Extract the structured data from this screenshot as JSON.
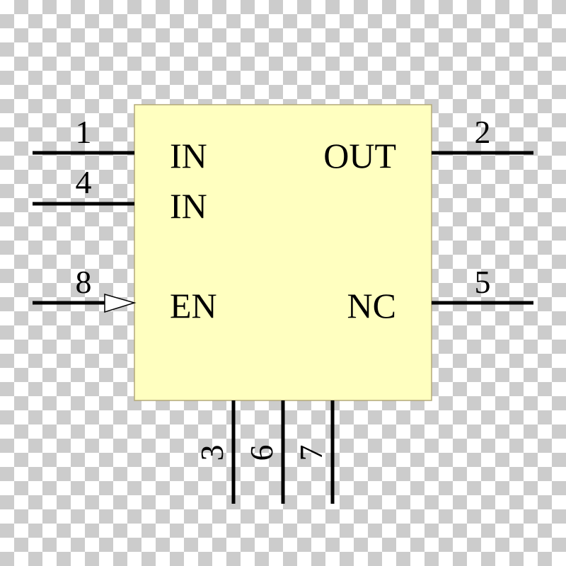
{
  "colors": {
    "body_fill": "#ffffc0",
    "body_stroke": "#b3a978",
    "wire": "#000000",
    "text": "#000000",
    "background_check": "#cccccc"
  },
  "component": {
    "left_pins": [
      {
        "number": "1",
        "label": "IN",
        "clock": false
      },
      {
        "number": "4",
        "label": "IN",
        "clock": false
      },
      {
        "number": "8",
        "label": "EN",
        "clock": true
      }
    ],
    "right_pins": [
      {
        "number": "2",
        "label": "OUT"
      },
      {
        "number": "5",
        "label": "NC"
      }
    ],
    "bottom_pins": [
      {
        "number": "3"
      },
      {
        "number": "6"
      },
      {
        "number": "7"
      }
    ]
  }
}
